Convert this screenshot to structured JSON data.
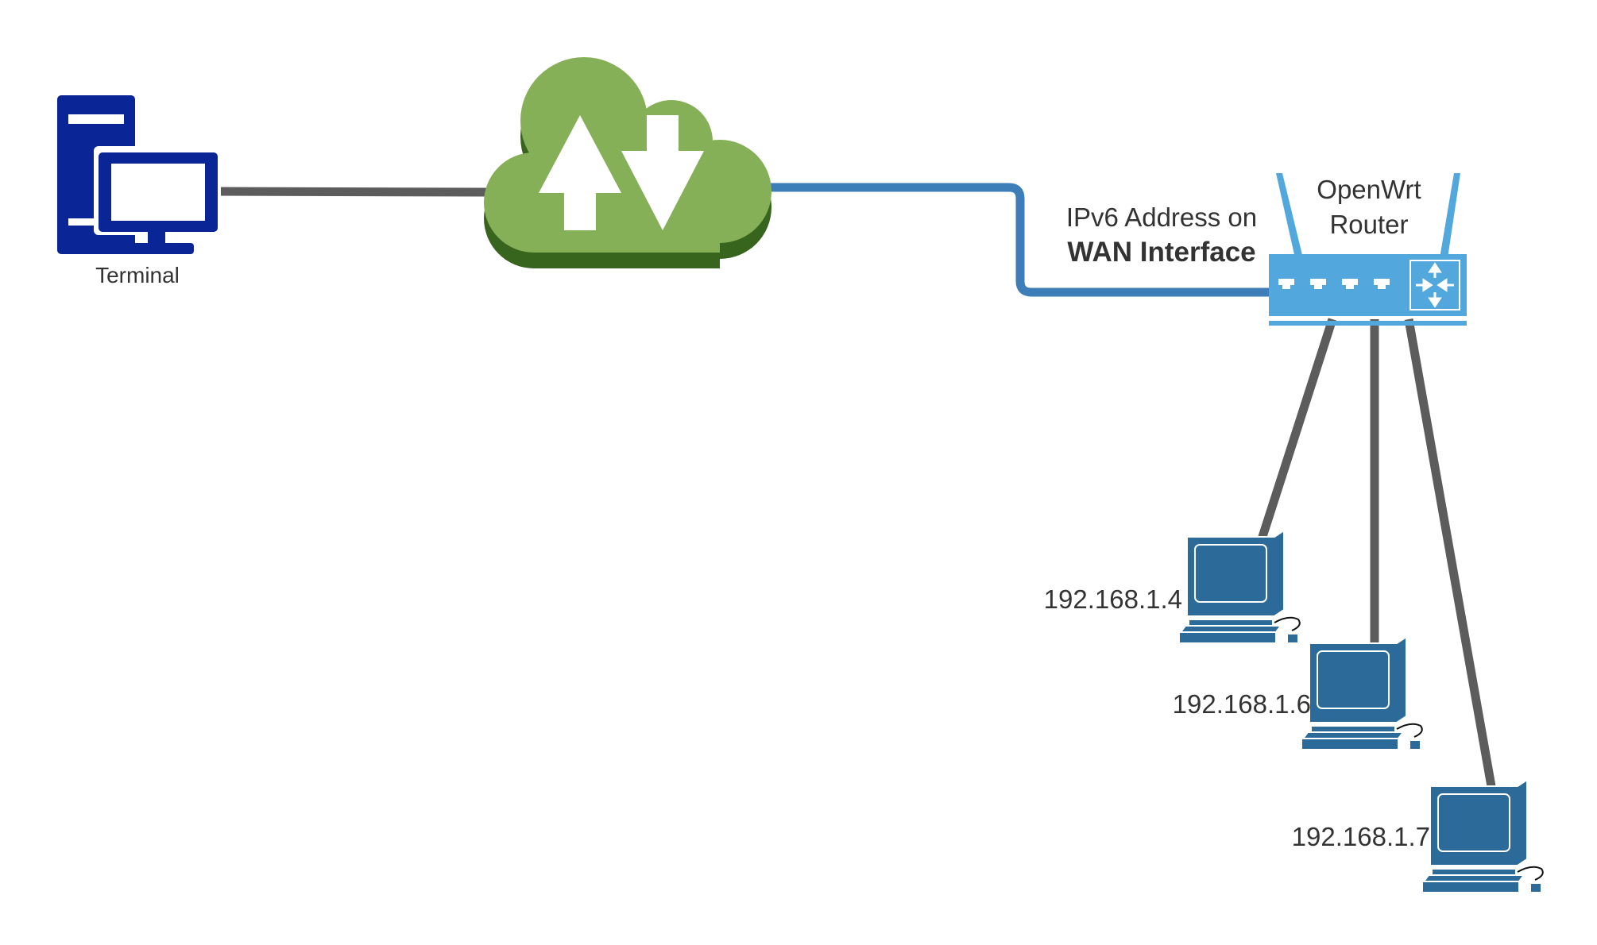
{
  "nodes": {
    "terminal": {
      "label": "Terminal",
      "icon": "server-workstation-icon"
    },
    "internet": {
      "icon": "cloud-upload-download-icon"
    },
    "router": {
      "label_line1": "OpenWrt",
      "label_line2": "Router",
      "icon": "router-icon"
    },
    "wan": {
      "label_line1": "IPv6 Address on",
      "label_line2": "WAN Interface"
    },
    "clients": [
      {
        "ip": "192.168.1.4",
        "icon": "desktop-computer-icon"
      },
      {
        "ip": "192.168.1.6",
        "icon": "desktop-computer-icon"
      },
      {
        "ip": "192.168.1.7",
        "icon": "desktop-computer-icon"
      }
    ]
  },
  "colors": {
    "terminal": "#0a2596",
    "cloud": "#85b057",
    "cloud_shadow": "#38651e",
    "wan_line": "#3d7db8",
    "lan_line": "#5c5c5c",
    "router": "#52a8dd",
    "computer": "#2c6a9a"
  }
}
